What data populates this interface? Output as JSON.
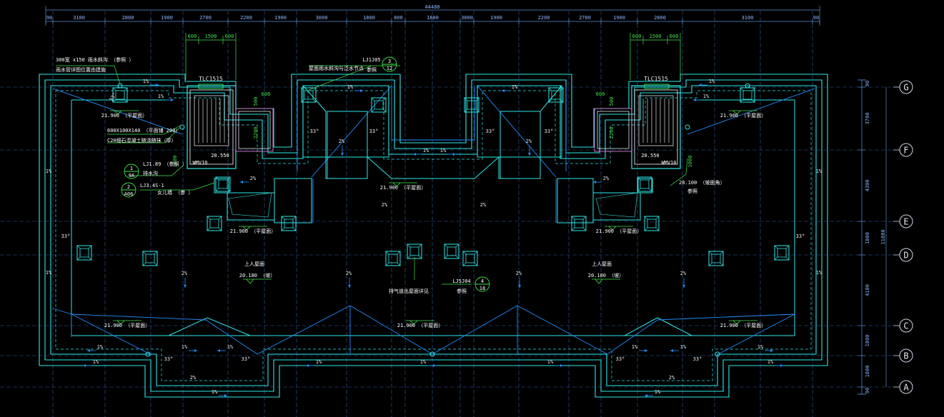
{
  "colors": {
    "background": "#000000",
    "wall": "#2ee6e6",
    "dim": "#5a8fd6",
    "grid": "#3d6fb8",
    "ridge": "#1f8fff",
    "stair": "#ffffff",
    "note": "#ffffff",
    "symbol": "#2ee85a",
    "dim_green": "#41e34a",
    "dim_blue": "#8fb6ff",
    "magenta": "#d87bd8",
    "bubble": "#cfd8e8",
    "text": "#e8e8e8"
  },
  "dimensions": {
    "overall": "44480",
    "top_chain": [
      "90",
      "3100",
      "2800",
      "1900",
      "2700",
      "2200",
      "1900",
      "3000",
      "1800",
      "800",
      "1800",
      "3000",
      "1900",
      "2200",
      "2700",
      "1900",
      "2800",
      "3100",
      "90"
    ],
    "stair_left": [
      "600",
      "1500",
      "600"
    ],
    "stair_right": [
      "600",
      "1500",
      "600"
    ],
    "right_chain": [
      "90",
      "3700",
      "4300",
      "1800",
      "4100",
      "1800",
      "1800",
      "90"
    ],
    "right_total": "11880"
  },
  "axes": [
    "G",
    "F",
    "E",
    "D",
    "C",
    "B",
    "A"
  ],
  "stairs": [
    {
      "label": "TLC1515",
      "elev": "20.550",
      "sub": "WMV10"
    },
    {
      "label": "TLC1515",
      "elev": "20.550",
      "sub": "WMV10"
    }
  ],
  "annotations": {
    "top_left_note_1": "300宽 x150 雨水斜沟 （参照   ）",
    "top_left_note_2": "雨水管详图位置由建施",
    "left_note_1": "600X100X140 （平面铺   200）",
    "left_note_2": "C20细石混凝土随浇随抹（厚）",
    "left_note_3": "LJ1.89 （参照   ）",
    "left_note_4": "LJ3.4S-1",
    "left_note_5": "排水沟",
    "left_note_6": "女儿墙 （参   ）",
    "left_bubble_top": "1",
    "left_bubble_bot": "9A",
    "left_bubble2_top": "2",
    "left_bubble2_bot": "A06",
    "top_center_note": "屋面雨水斜沟与泛水节点",
    "top_center_ref": "LJ1J05",
    "top_center_ref_sub": "参照",
    "top_center_bubble_top": "3",
    "top_center_bubble_bot": "12",
    "center_ref": "LJ5J04",
    "center_ref_sub": "参照",
    "center_note": "排气道出屋面详见",
    "center_bubble_top": "4",
    "center_bubble_bot": "18",
    "right_note": "28.100 （坡面角）",
    "right_note_sub": "参照",
    "dim_500": "500",
    "dim_600": "600",
    "dim_2200": "2200",
    "dim_1000": "1000"
  },
  "labels": {
    "slope_1pct": "1%",
    "slope_2pct": "2%",
    "angle_33": "33°",
    "elev_21900_a": "21.900 （平屋面）",
    "elev_21900_b": "21.900 （平屋面）",
    "elev_21900_c": "21.900 （平屋面）",
    "elev_21900_d": "21.900 （平屋面）",
    "elev_21900_e": "21.900 （平屋面）",
    "elev_21900_f": "21.900 （平屋面）",
    "elev_21900_g": "21.900 （平屋面）",
    "elev_21900_h": "21.900 （平屋面）",
    "roof_left": "上人屋面",
    "roof_left_elev": "20.180 （坡）",
    "roof_right": "上人屋面",
    "roof_right_elev": "20.180 （坡）"
  }
}
